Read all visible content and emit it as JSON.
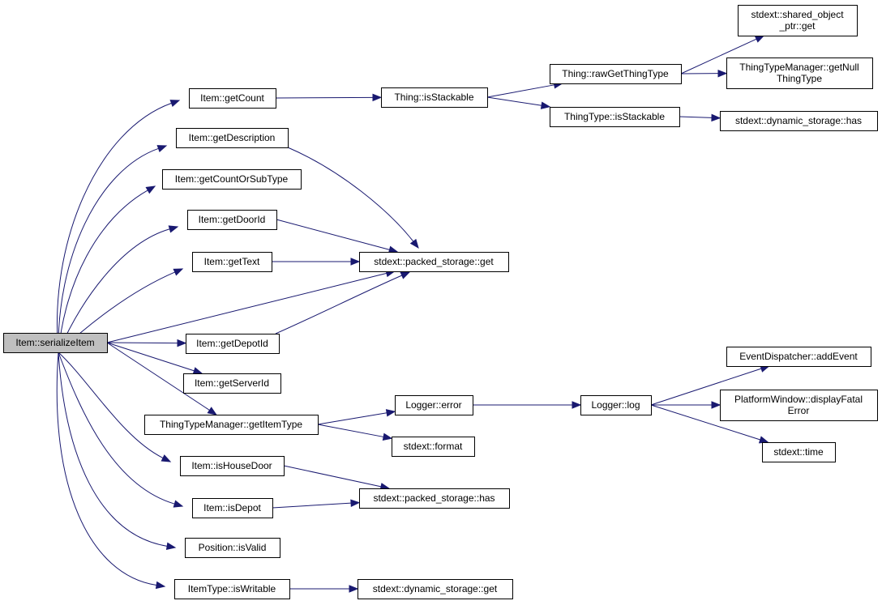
{
  "colors": {
    "edge": "#191970",
    "root_fill": "#bfbfbf",
    "node_fill": "#ffffff",
    "border": "#000000"
  },
  "nodes": {
    "serializeItem": [
      "Item::serializeItem"
    ],
    "getCount": [
      "Item::getCount"
    ],
    "getDescription": [
      "Item::getDescription"
    ],
    "getCountOrSubType": [
      "Item::getCountOrSubType"
    ],
    "getDoorId": [
      "Item::getDoorId"
    ],
    "getText": [
      "Item::getText"
    ],
    "getDepotId": [
      "Item::getDepotId"
    ],
    "getServerId": [
      "Item::getServerId"
    ],
    "getItemType": [
      "ThingTypeManager::getItemType"
    ],
    "isHouseDoor": [
      "Item::isHouseDoor"
    ],
    "isDepot": [
      "Item::isDepot"
    ],
    "positionIsValid": [
      "Position::isValid"
    ],
    "isWritable": [
      "ItemType::isWritable"
    ],
    "thingIsStackable": [
      "Thing::isStackable"
    ],
    "rawGetThingType": [
      "Thing::rawGetThingType"
    ],
    "thingTypeIsStackable": [
      "ThingType::isStackable"
    ],
    "sharedObjectPtrGet": [
      "stdext::shared_object",
      "_ptr::get"
    ],
    "getNullThingType": [
      "ThingTypeManager::getNull",
      "ThingType"
    ],
    "dynamicStorageHas": [
      "stdext::dynamic_storage::has"
    ],
    "packedStorageGet": [
      "stdext::packed_storage::get"
    ],
    "loggerError": [
      "Logger::error"
    ],
    "loggerLog": [
      "Logger::log"
    ],
    "addEvent": [
      "EventDispatcher::addEvent"
    ],
    "displayFatalError": [
      "PlatformWindow::displayFatal",
      "Error"
    ],
    "stdextTime": [
      "stdext::time"
    ],
    "stdextFormat": [
      "stdext::format"
    ],
    "packedStorageHas": [
      "stdext::packed_storage::has"
    ],
    "dynamicStorageGet": [
      "stdext::dynamic_storage::get"
    ]
  },
  "edges": [
    [
      "serializeItem",
      "getCount"
    ],
    [
      "serializeItem",
      "getDescription"
    ],
    [
      "serializeItem",
      "getCountOrSubType"
    ],
    [
      "serializeItem",
      "getDoorId"
    ],
    [
      "serializeItem",
      "getText"
    ],
    [
      "serializeItem",
      "packedStorageGet"
    ],
    [
      "serializeItem",
      "getDepotId"
    ],
    [
      "serializeItem",
      "getServerId"
    ],
    [
      "serializeItem",
      "getItemType"
    ],
    [
      "serializeItem",
      "isHouseDoor"
    ],
    [
      "serializeItem",
      "isDepot"
    ],
    [
      "serializeItem",
      "positionIsValid"
    ],
    [
      "serializeItem",
      "isWritable"
    ],
    [
      "getCount",
      "thingIsStackable"
    ],
    [
      "thingIsStackable",
      "rawGetThingType"
    ],
    [
      "thingIsStackable",
      "thingTypeIsStackable"
    ],
    [
      "rawGetThingType",
      "sharedObjectPtrGet"
    ],
    [
      "rawGetThingType",
      "getNullThingType"
    ],
    [
      "thingTypeIsStackable",
      "dynamicStorageHas"
    ],
    [
      "getDescription",
      "packedStorageGet"
    ],
    [
      "getDoorId",
      "packedStorageGet"
    ],
    [
      "getText",
      "packedStorageGet"
    ],
    [
      "getDepotId",
      "packedStorageGet"
    ],
    [
      "getItemType",
      "loggerError"
    ],
    [
      "getItemType",
      "stdextFormat"
    ],
    [
      "loggerError",
      "loggerLog"
    ],
    [
      "loggerLog",
      "addEvent"
    ],
    [
      "loggerLog",
      "displayFatalError"
    ],
    [
      "loggerLog",
      "stdextTime"
    ],
    [
      "isHouseDoor",
      "packedStorageHas"
    ],
    [
      "isDepot",
      "packedStorageHas"
    ],
    [
      "isWritable",
      "dynamicStorageGet"
    ]
  ]
}
